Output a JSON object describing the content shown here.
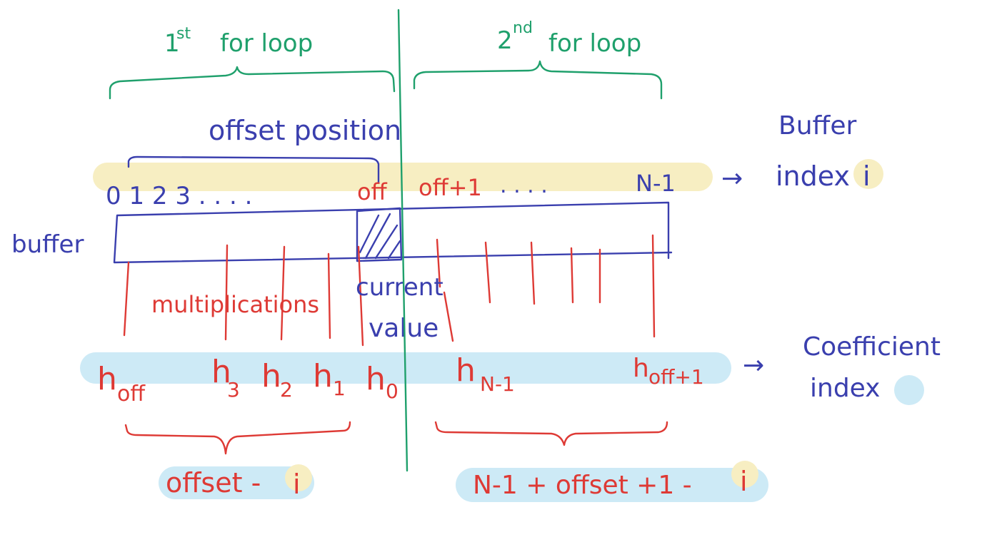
{
  "colors": {
    "loop": "#1fa06c",
    "buffer": "#3a3fae",
    "coefficient": "#de3a35",
    "buffer_index_highlight": "#f7eec2",
    "coefficient_index_highlight": "#cdeaf6"
  },
  "loops": {
    "first_num": "1",
    "first_sup": "st",
    "first_rest": "for loop",
    "second_num": "2",
    "second_sup": "nd",
    "second_rest": "for loop"
  },
  "offset_position": "offset position",
  "buffer_index": {
    "title": "Buffer",
    "label": "index",
    "symbol": "i",
    "values_left": "0  1 2 3 . . . .",
    "off": "off",
    "off_plus_1": "off+1",
    "dots": ". . . .",
    "n_minus_1": "N-1",
    "arrow": "→"
  },
  "buffer_label": "buffer",
  "multiplications": "multiplications",
  "current_value": {
    "line1": "current",
    "line2": "value"
  },
  "coefficients": {
    "h": "h",
    "h_off_sub": "off",
    "h3_sub": "3",
    "h2_sub": "2",
    "h1_sub": "1",
    "h0_sub": "0",
    "hN_sub": "N-1",
    "h_last": "h",
    "h_last_sub": "off+1"
  },
  "coefficient_index": {
    "title": "Coefficient",
    "label": "index",
    "arrow": "→"
  },
  "formulas": {
    "left": "offset - ",
    "left_sym": "i",
    "right": "N-1 + offset +1 -",
    "right_sym": "i"
  }
}
